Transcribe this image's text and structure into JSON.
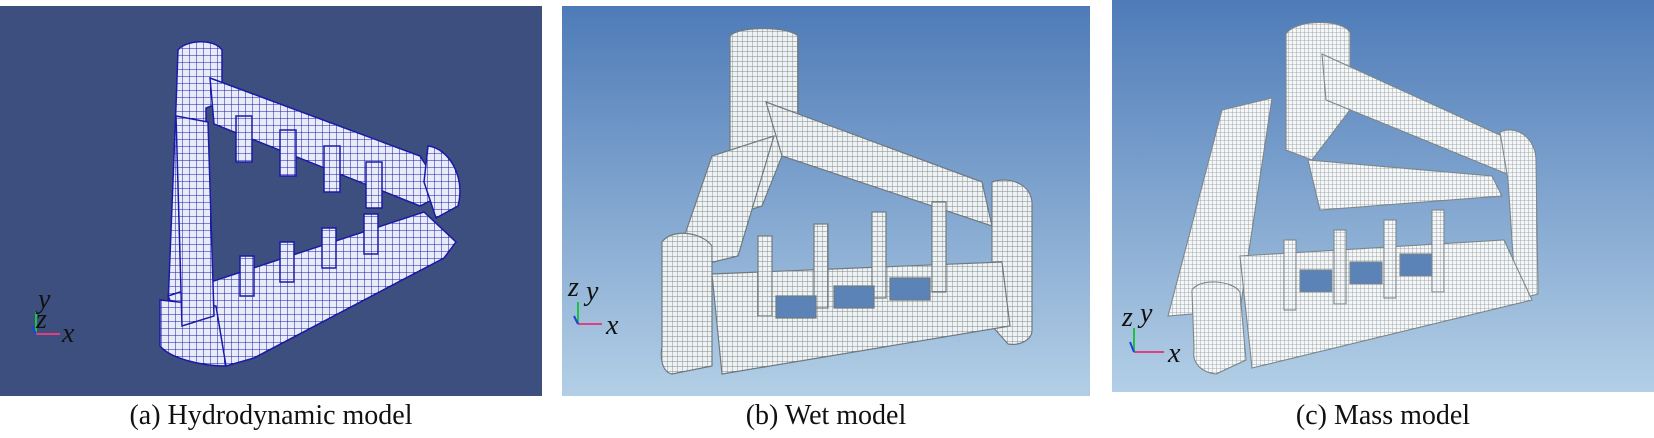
{
  "panels": [
    {
      "id": "a",
      "caption": "(a) Hydrodynamic model",
      "background": "#3d4f7e",
      "mesh_color": "#1a1aa8",
      "mesh_fill": "#e8ecf8",
      "triad": {
        "x": "x",
        "y": "y",
        "z": "z"
      }
    },
    {
      "id": "b",
      "caption": "(b) Wet model",
      "background_top": "#4e7bb8",
      "background_bottom": "#b3cfe6",
      "mesh_color": "#7f8a90",
      "mesh_fill": "#eef2f3",
      "triad": {
        "x": "x",
        "y": "y",
        "z": "z"
      }
    },
    {
      "id": "c",
      "caption": "(c) Mass model",
      "background_top": "#4e7bb8",
      "background_bottom": "#b3cfe6",
      "mesh_color": "#8c969a",
      "mesh_fill": "#f4f6f7",
      "triad": {
        "x": "x",
        "y": "y",
        "z": "z"
      }
    }
  ]
}
